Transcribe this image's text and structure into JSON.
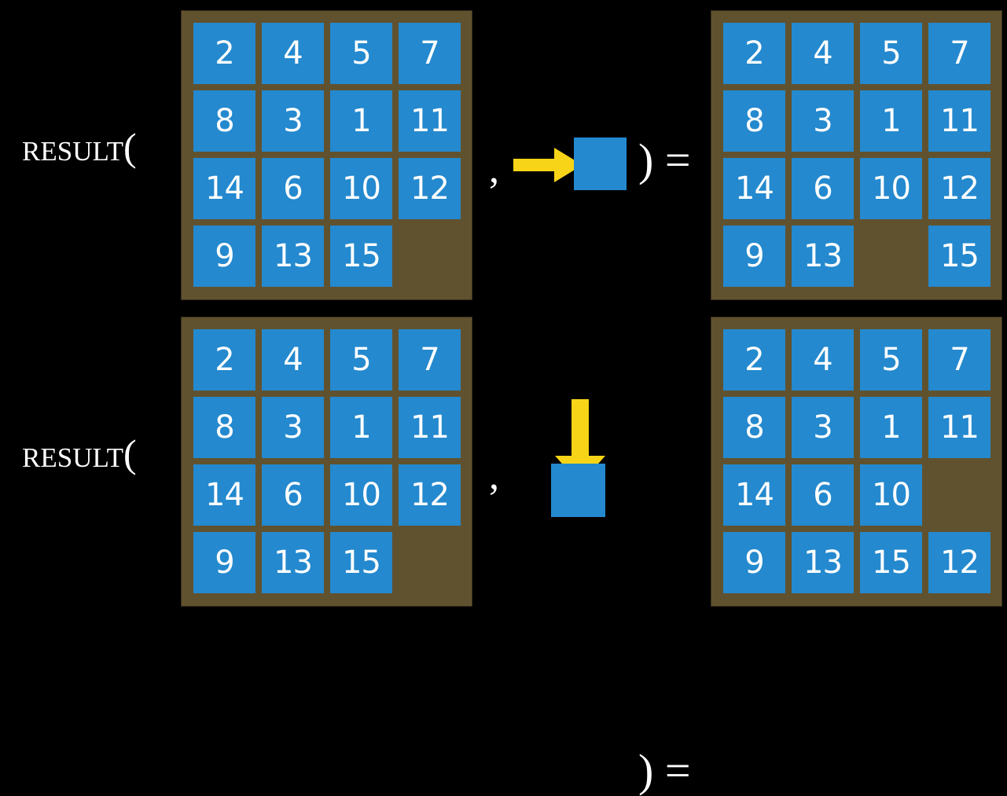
{
  "slide": {
    "background_color": "#000000",
    "tile_color": "#2489ce",
    "frame_color": "#61522f",
    "arrow_color": "#f7d417",
    "text_color": "#ffffff"
  },
  "rows": [
    {
      "id": "top",
      "function_label": "Result(",
      "separator": ",",
      "close_equals": ") =",
      "action": {
        "direction": "right",
        "arrow_icon": "arrow-right-icon",
        "tile_label": ""
      },
      "input_grid": {
        "rows": 4,
        "cols": 4,
        "cells": [
          [
            "2",
            "4",
            "5",
            "7"
          ],
          [
            "8",
            "3",
            "1",
            "11"
          ],
          [
            "14",
            "6",
            "10",
            "12"
          ],
          [
            "9",
            "13",
            "15",
            ""
          ]
        ]
      },
      "output_grid": {
        "rows": 4,
        "cols": 4,
        "cells": [
          [
            "2",
            "4",
            "5",
            "7"
          ],
          [
            "8",
            "3",
            "1",
            "11"
          ],
          [
            "14",
            "6",
            "10",
            "12"
          ],
          [
            "9",
            "13",
            "",
            "15"
          ]
        ]
      }
    },
    {
      "id": "bottom",
      "function_label": "Result(",
      "separator": ",",
      "close_equals": ") =",
      "action": {
        "direction": "down",
        "arrow_icon": "arrow-down-icon",
        "tile_label": ""
      },
      "input_grid": {
        "rows": 4,
        "cols": 4,
        "cells": [
          [
            "2",
            "4",
            "5",
            "7"
          ],
          [
            "8",
            "3",
            "1",
            "11"
          ],
          [
            "14",
            "6",
            "10",
            "12"
          ],
          [
            "9",
            "13",
            "15",
            ""
          ]
        ]
      },
      "output_grid": {
        "rows": 4,
        "cols": 4,
        "cells": [
          [
            "2",
            "4",
            "5",
            "7"
          ],
          [
            "8",
            "3",
            "1",
            "11"
          ],
          [
            "14",
            "6",
            "10",
            ""
          ],
          [
            "9",
            "13",
            "15",
            "12"
          ]
        ]
      }
    }
  ]
}
